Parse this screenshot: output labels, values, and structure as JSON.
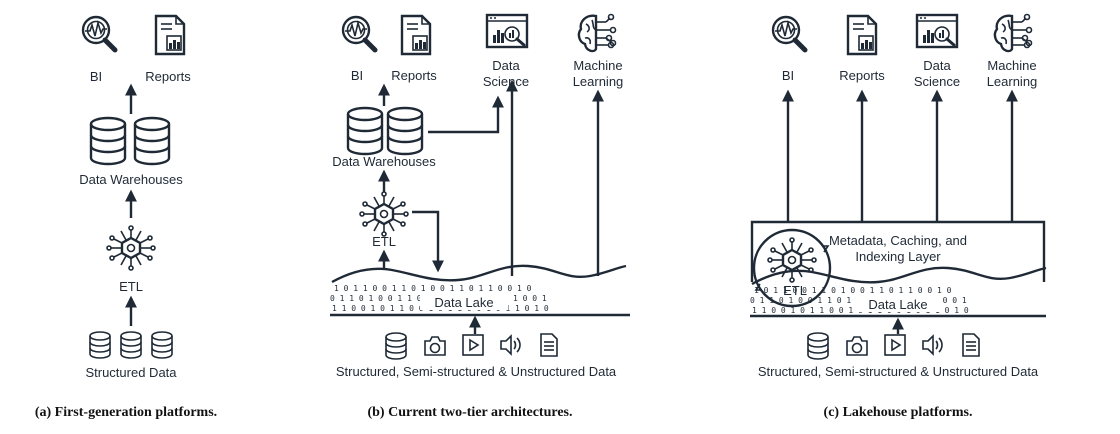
{
  "panel_a": {
    "bi": "BI",
    "reports": "Reports",
    "data_warehouses": "Data Warehouses",
    "etl": "ETL",
    "structured_data": "Structured Data",
    "caption": "(a) First-generation platforms."
  },
  "panel_b": {
    "bi": "BI",
    "reports": "Reports",
    "data_science_1": "Data",
    "data_science_2": "Science",
    "ml_1": "Machine",
    "ml_2": "Learning",
    "data_warehouses": "Data Warehouses",
    "etl": "ETL",
    "data_lake": "Data Lake",
    "sources": "Structured, Semi-structured & Unstructured Data",
    "caption": "(b) Current two-tier architectures."
  },
  "panel_c": {
    "bi": "BI",
    "reports": "Reports",
    "data_science_1": "Data",
    "data_science_2": "Science",
    "ml_1": "Machine",
    "ml_2": "Learning",
    "metadata_1": "Metadata, Caching, and",
    "metadata_2": "Indexing Layer",
    "etl": "ETL",
    "data_lake": "Data Lake",
    "sources": "Structured, Semi-structured & Unstructured Data",
    "caption": "(c) Lakehouse platforms."
  },
  "bits": {
    "row1": "1 0 1 1 0 0 1 1 0 1 0 0 1 1 0 1 1 0 0 1 0",
    "row2": "0 1 1 0 1 0 0 1 1 0 1 1 0 0 1 0 1 1 0 1 0 0 1",
    "row3": "1 1 0 0 1 0 1 1 0 0 1 0 1 1 0 0 1 0 1 1 0 1 0"
  },
  "icons": [
    "bi-magnifier-icon",
    "reports-doc-icon",
    "data-science-screen-icon",
    "brain-circuit-icon",
    "database-icon",
    "etl-chip-icon",
    "camera-icon",
    "video-play-icon",
    "audio-speaker-icon",
    "document-icon"
  ]
}
